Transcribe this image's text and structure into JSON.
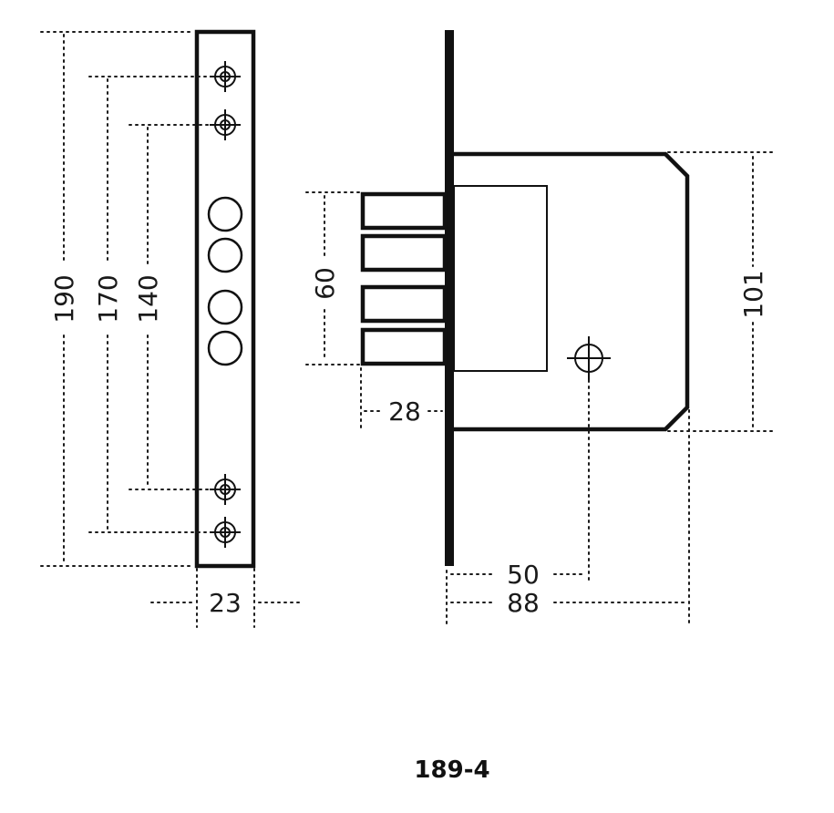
{
  "dimensions": {
    "faceplate_length": "190",
    "screw_spacing_outer": "170",
    "screw_spacing_inner": "140",
    "faceplate_width": "23",
    "bolt_throw": "28",
    "bolt_group_height": "60",
    "backset": "50",
    "case_depth": "88",
    "case_height": "101"
  },
  "model_number": "189-4"
}
